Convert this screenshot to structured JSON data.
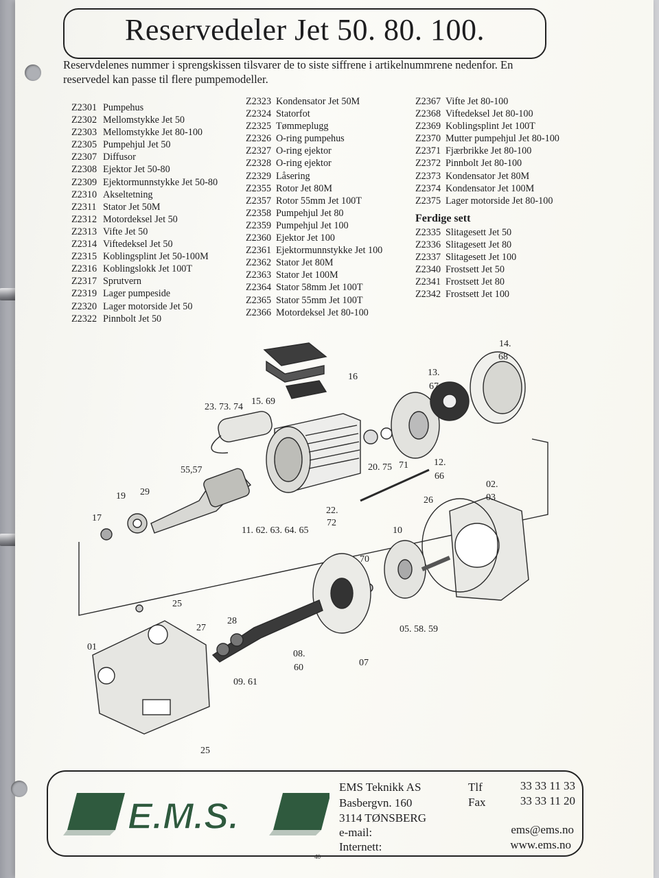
{
  "title": "Reservedeler Jet 50. 80. 100.",
  "intro": "Reservdelenes nummer i sprengskissen tilsvarer de to siste siffrene i artikelnummrene nedenfor. En reservedel kan passe til flere pumpemodeller.",
  "parts_col1": [
    {
      "code": "Z2301",
      "name": "Pumpehus"
    },
    {
      "code": "Z2302",
      "name": "Mellomstykke Jet 50"
    },
    {
      "code": "Z2303",
      "name": "Mellomstykke Jet 80-100"
    },
    {
      "code": "Z2305",
      "name": "Pumpehjul Jet 50"
    },
    {
      "code": "Z2307",
      "name": "Diffusor"
    },
    {
      "code": "Z2308",
      "name": "Ejektor Jet 50-80"
    },
    {
      "code": "Z2309",
      "name": "Ejektormunnstykke Jet 50-80"
    },
    {
      "code": "Z2310",
      "name": "Akseltetning"
    },
    {
      "code": "Z2311",
      "name": "Stator Jet 50M"
    },
    {
      "code": "Z2312",
      "name": "Motordeksel Jet 50"
    },
    {
      "code": "Z2313",
      "name": "Vifte Jet 50"
    },
    {
      "code": "Z2314",
      "name": "Viftedeksel Jet 50"
    },
    {
      "code": "Z2315",
      "name": "Koblingsplint Jet 50-100M"
    },
    {
      "code": "Z2316",
      "name": "Koblingslokk Jet 100T"
    },
    {
      "code": "Z2317",
      "name": "Sprutvern"
    },
    {
      "code": "Z2319",
      "name": "Lager pumpeside"
    },
    {
      "code": "Z2320",
      "name": "Lager motorside Jet 50"
    },
    {
      "code": "Z2322",
      "name": "Pinnbolt Jet 50"
    }
  ],
  "parts_col2": [
    {
      "code": "Z2323",
      "name": "Kondensator Jet 50M"
    },
    {
      "code": "Z2324",
      "name": "Statorfot"
    },
    {
      "code": "Z2325",
      "name": "Tømmeplugg"
    },
    {
      "code": "Z2326",
      "name": "O-ring pumpehus"
    },
    {
      "code": "Z2327",
      "name": "O-ring ejektor"
    },
    {
      "code": "Z2328",
      "name": "O-ring ejektor"
    },
    {
      "code": "Z2329",
      "name": "Låsering"
    },
    {
      "code": "Z2355",
      "name": "Rotor Jet 80M"
    },
    {
      "code": "Z2357",
      "name": "Rotor 55mm Jet 100T"
    },
    {
      "code": "Z2358",
      "name": "Pumpehjul Jet 80"
    },
    {
      "code": "Z2359",
      "name": "Pumpehjul Jet 100"
    },
    {
      "code": "Z2360",
      "name": "Ejektor Jet 100"
    },
    {
      "code": "Z2361",
      "name": "Ejektormunnstykke Jet 100"
    },
    {
      "code": "Z2362",
      "name": "Stator Jet 80M"
    },
    {
      "code": "Z2363",
      "name": "Stator Jet 100M"
    },
    {
      "code": "Z2364",
      "name": "Stator 58mm Jet 100T"
    },
    {
      "code": "Z2365",
      "name": "Stator 55mm Jet 100T"
    },
    {
      "code": "Z2366",
      "name": "Motordeksel Jet 80-100"
    }
  ],
  "parts_col3": [
    {
      "code": "Z2367",
      "name": "Vifte Jet 80-100"
    },
    {
      "code": "Z2368",
      "name": "Viftedeksel Jet 80-100"
    },
    {
      "code": "Z2369",
      "name": "Koblingsplint Jet 100T"
    },
    {
      "code": "Z2370",
      "name": "Mutter pumpehjul Jet 80-100"
    },
    {
      "code": "Z2371",
      "name": "Fjærbrikke Jet 80-100"
    },
    {
      "code": "Z2372",
      "name": "Pinnbolt Jet 80-100"
    },
    {
      "code": "Z2373",
      "name": "Kondensator Jet 80M"
    },
    {
      "code": "Z2374",
      "name": "Kondensator Jet 100M"
    },
    {
      "code": "Z2375",
      "name": "Lager motorside Jet 80-100"
    }
  ],
  "sets_heading": "Ferdige sett",
  "sets": [
    {
      "code": "Z2335",
      "name": "Slitagesett Jet 50"
    },
    {
      "code": "Z2336",
      "name": "Slitagesett Jet 80"
    },
    {
      "code": "Z2337",
      "name": "Slitagesett Jet 100"
    },
    {
      "code": "Z2340",
      "name": "Frostsett Jet 50"
    },
    {
      "code": "Z2341",
      "name": "Frostsett Jet 80"
    },
    {
      "code": "Z2342",
      "name": "Frostsett Jet 100"
    }
  ],
  "diagram_labels": {
    "l14": "14.",
    "l68": "68",
    "l13": "13.",
    "l67": "67",
    "l16": "16",
    "l15": "15. 69",
    "l23": "23. 73. 74",
    "l55": "55,57",
    "l19": "19",
    "l29": "29",
    "l17": "17",
    "l20": "20. 75",
    "l71": "71",
    "l12": "12.",
    "l66": "66",
    "l02": "02.",
    "l03": "03",
    "l26": "26",
    "l22": "22.",
    "l72": "72",
    "l11": "11. 62. 63. 64. 65",
    "l10": "10",
    "l70": "70",
    "l25a": "25",
    "l27": "27",
    "l28": "28",
    "l01": "01",
    "l08": "08.",
    "l60": "60",
    "l07": "07",
    "l05": "05. 58. 59",
    "l09": "09. 61",
    "l25b": "25"
  },
  "footer": {
    "logo": "E.M.S.",
    "company": "EMS Teknikk AS",
    "street": "Basbergvn. 160",
    "city": "3114 TØNSBERG",
    "email_label": "e-mail:",
    "web_label": "Internett:",
    "tlf_label": "Tlf",
    "fax_label": "Fax",
    "tlf": "33 33 11 33",
    "fax": "33 33 11 20",
    "email": "ems@ems.no",
    "web": "www.ems.no"
  },
  "page_number": "40"
}
